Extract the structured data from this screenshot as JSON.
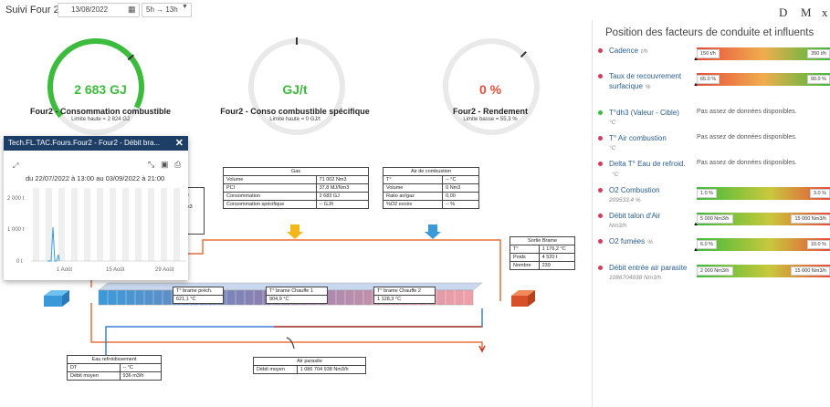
{
  "header": {
    "title": "Suivi Four 2",
    "date": "13/08/2022",
    "range": "5h → 13h",
    "btn_d": "D",
    "btn_m": "M",
    "btn_x": "x"
  },
  "gauges": [
    {
      "value": "2 683 GJ",
      "label": "Four2 - Consommation combustible",
      "limit": "Limite haute = 2 824 GJ",
      "color": "#3dbb3d",
      "fill_fraction": 0.95
    },
    {
      "value": "GJ/t",
      "label": "Four2 - Conso combustible spécifique",
      "limit": "Limite haute = 0 GJ/t",
      "color": "#3dbb3d",
      "fill_fraction": 0
    },
    {
      "value": "0 %",
      "label": "Four2 - Rendement",
      "limit": "Limite basse = 55,3 %",
      "color": "#e74c3c",
      "fill_fraction": 0
    }
  ],
  "popup": {
    "title": "Tech.FL.TAC.Fours.Four2 - Four2 - Débit bra...",
    "range_text": "du  22/07/2022  à  13:00  au  03/09/2022  à  21:00",
    "y_ticks": [
      "2 000 t",
      "1 000 t",
      "0 t"
    ],
    "x_ticks": [
      "1 Août",
      "15 Août",
      "29 Août"
    ],
    "partial_cells": [
      "r)",
      "m3"
    ]
  },
  "tables": {
    "gas": {
      "title": "Gas",
      "rows": [
        [
          "Volume",
          "71 002 Nm3"
        ],
        [
          "PCI",
          "37,8 MJ/Nm3"
        ],
        [
          "Consommation",
          "2 683 GJ"
        ],
        [
          "Consommation spécifique",
          "-- GJ/t"
        ]
      ]
    },
    "air": {
      "title": "Air de combustion",
      "rows": [
        [
          "T°",
          "-- °C"
        ],
        [
          "Volume",
          "0 Nm3"
        ],
        [
          "Ratio air/gaz",
          "0,00"
        ],
        [
          "%O2 excès",
          "-- %"
        ]
      ]
    },
    "sortie": {
      "title": "Sortie Brame",
      "rows": [
        [
          "T°",
          "1 176,2 °C"
        ],
        [
          "Poids",
          "4 520 t"
        ],
        [
          "Nombre",
          "239"
        ]
      ]
    },
    "brame_prech": {
      "title": "T° brame préch.",
      "value": "621,1 °C"
    },
    "brame_ch1": {
      "title": "T° brame Chauffe 1",
      "value": "904,9 °C"
    },
    "brame_ch2": {
      "title": "T° brame Chauffe 2",
      "value": "1 128,3 °C"
    },
    "eau": {
      "title": "Eau refroidissement",
      "rows": [
        [
          "DT",
          "-- °C"
        ],
        [
          "Débit moyen",
          "936 m3/h"
        ]
      ]
    },
    "parasite": {
      "title": "Air parasite",
      "rows": [
        [
          "Débit moyen",
          "1 086 704 938 Nm3/h"
        ]
      ]
    }
  },
  "panel": {
    "title": "Position des facteurs de conduite et influents",
    "no_data": "Pas assez de données disponibles.",
    "factors": [
      {
        "name": "Cadence",
        "unit": "t/h",
        "sub": "",
        "dot": "#d83a5a",
        "bar": "rg",
        "left": "150 t/h",
        "right": "350 t/h",
        "marker": 0.0
      },
      {
        "name": "Taux de recouvrement surfacique",
        "unit": "%",
        "sub": "",
        "dot": "#d83a5a",
        "bar": "rg",
        "left": "65.0 %",
        "right": "90.0 %",
        "marker": 0.0
      },
      {
        "name": "T°dh3 (Valeur - Cible)",
        "unit": "",
        "sub": "°C",
        "dot": "#3dbb3d",
        "bar": "none",
        "left": "",
        "right": "",
        "marker": 0
      },
      {
        "name": "T° Air combustion",
        "unit": "",
        "sub": "°C",
        "dot": "#d83a5a",
        "bar": "none",
        "left": "",
        "right": "",
        "marker": 0
      },
      {
        "name": "Delta T° Eau de refroid.",
        "unit": "°C",
        "sub": "",
        "dot": "#d83a5a",
        "bar": "none",
        "left": "",
        "right": "",
        "marker": 0
      },
      {
        "name": "O2 Combustion",
        "unit": "",
        "sub": "209533.4 %",
        "dot": "#d83a5a",
        "bar": "gr",
        "left": "1.0 %",
        "right": "3.0 %",
        "marker": 1.0
      },
      {
        "name": "Débit talon d'Air",
        "unit": "",
        "sub": "Nm3/h",
        "dot": "#d83a5a",
        "bar": "gr",
        "left": "5 000 Nm3/h",
        "right": "15 000 Nm3/h",
        "marker": 0.0
      },
      {
        "name": "O2 fumées",
        "unit": "%",
        "sub": "",
        "dot": "#d83a5a",
        "bar": "gr",
        "left": "6.0 %",
        "right": "10.0 %",
        "marker": 0.0
      },
      {
        "name": "Débit entrée air parasite",
        "unit": "",
        "sub": "1086704938 Nm3/h",
        "dot": "#d83a5a",
        "bar": "gr",
        "left": "2 000 Nm3/h",
        "right": "15 000 Nm3/h",
        "marker": 1.0
      }
    ]
  }
}
